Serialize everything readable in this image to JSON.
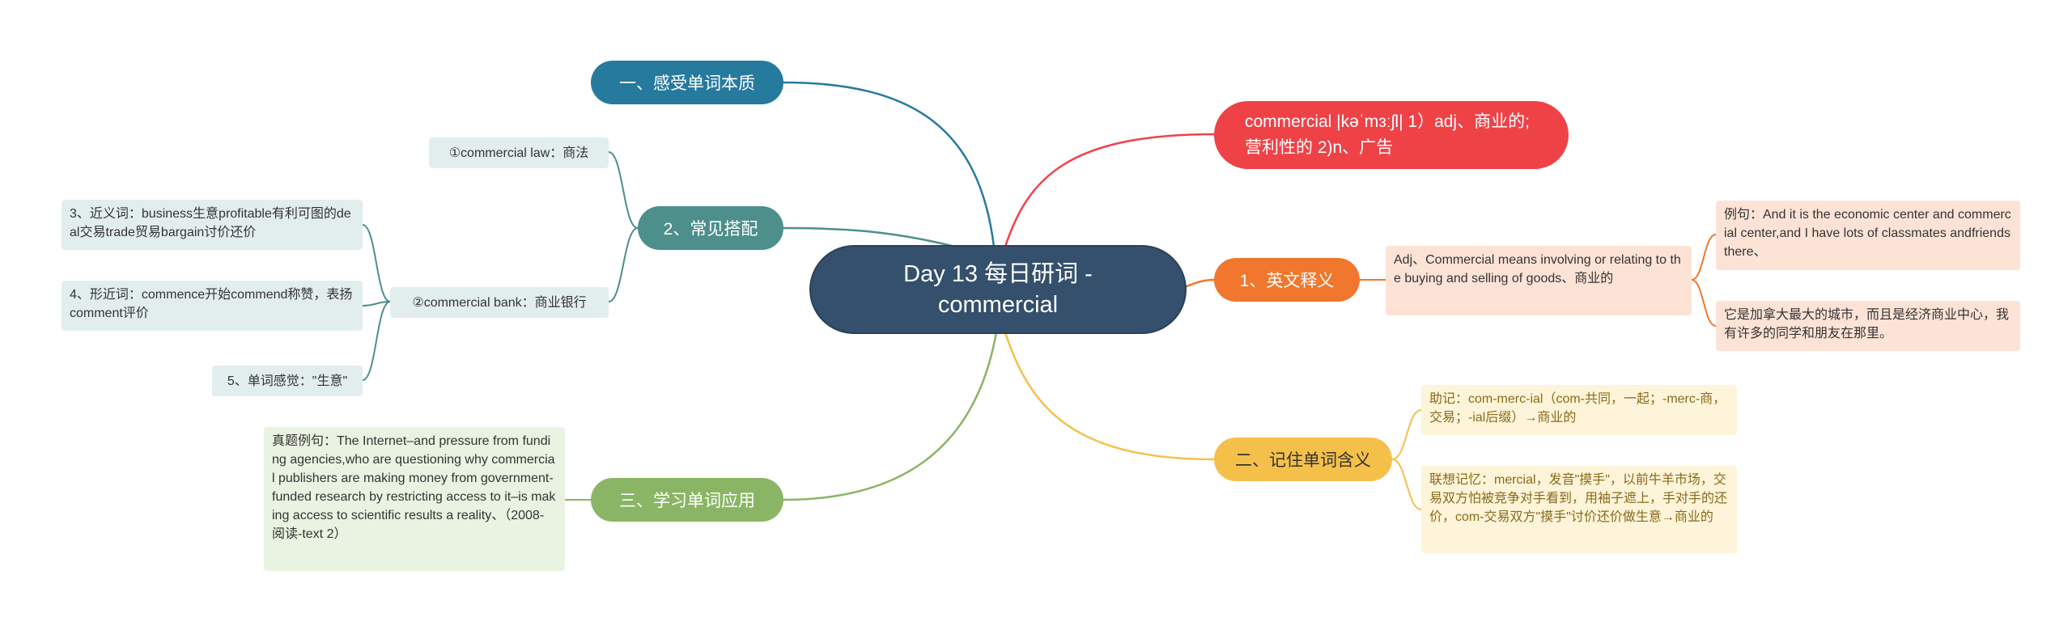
{
  "root": {
    "title": "Day 13 每日研词 - commercial"
  },
  "branches": {
    "feel": {
      "label": "一、感受单词本质",
      "color": "#267a9e"
    },
    "collocations": {
      "label": "2、常见搭配",
      "color": "#4c8f8b",
      "law": "①commercial law：商法",
      "bank": "②commercial bank：商业银行",
      "synonym": "3、近义词：business生意profitable有利可图的deal交易trade贸易bargain讨价还价",
      "similar": "4、形近词：commence开始commend称赞，表扬comment评价",
      "feeling": "5、单词感觉：\"生意\""
    },
    "usage": {
      "label": "三、学习单词应用",
      "color": "#8ab565",
      "example": "真题例句：The Internet–and pressure from funding agencies,who are questioning why commercial publishers are making money from government-funded research by restricting access to it–is making access to scientific results a reality、（2008-阅读-text 2）"
    },
    "definition": {
      "text": "commercial |kəˈmɜːʃl| 1）adj、商业的;营利性的 2)n、广告",
      "color": "#ef4247"
    },
    "english": {
      "label": "1、英文释义",
      "color": "#f0772d",
      "meaning": "Adj、Commercial means involving or relating to the buying and selling of goods、商业的",
      "example_en": "例句：And it is the economic center and commercial center,and I have lots of classmates andfriends there、",
      "example_cn": "它是加拿大最大的城市，而且是经济商业中心，我有许多的同学和朋友在那里。"
    },
    "memory": {
      "label": "二、记住单词含义",
      "color": "#f5c04a",
      "mnemonic": "助记：com-merc-ial（com-共同，一起；-merc-商，交易；-ial后缀）→商业的",
      "association": "联想记忆：mercial，发音\"摸手\"，以前牛羊市场，交易双方怕被竞争对手看到，用袖子遮上，手对手的还价，com-交易双方\"摸手\"讨价还价做生意→商业的"
    }
  }
}
